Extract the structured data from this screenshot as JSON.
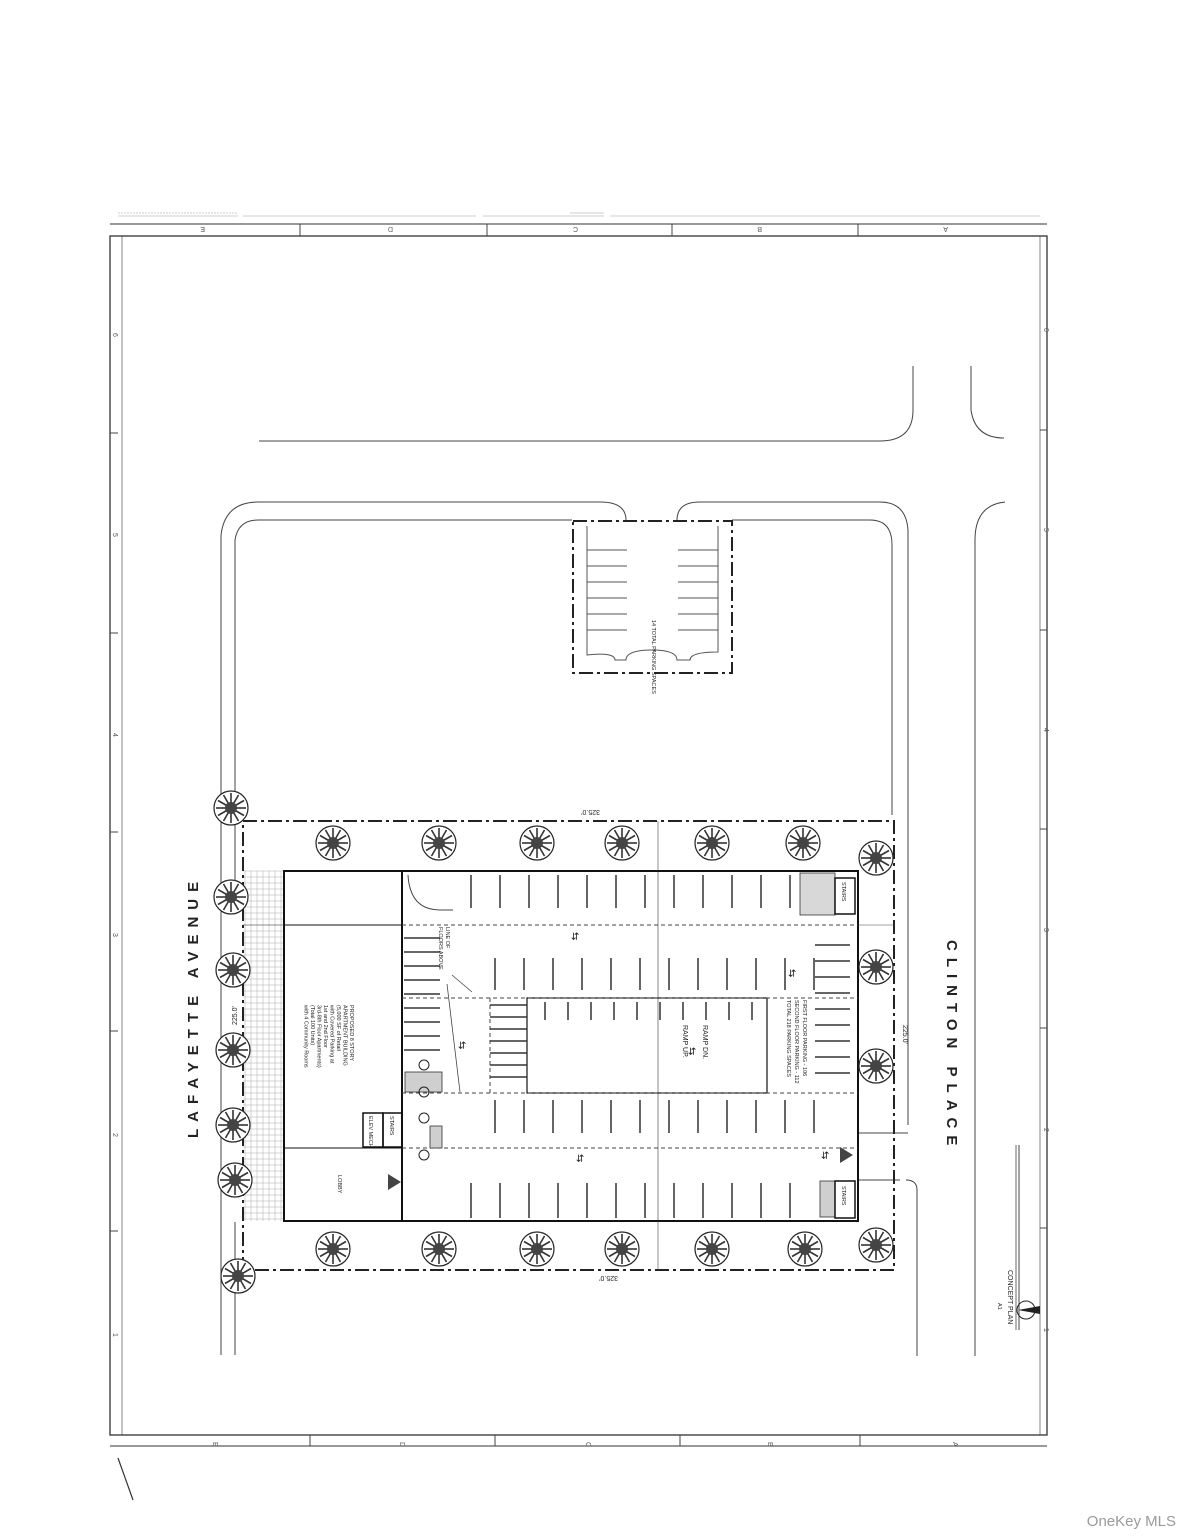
{
  "streets": {
    "west": "LAFAYETTE AVENUE",
    "east": "CLINTON PLACE"
  },
  "grid": {
    "letters": [
      "E",
      "D",
      "C",
      "B",
      "A"
    ],
    "numbers": [
      "1",
      "2",
      "3",
      "4",
      "5",
      "6"
    ]
  },
  "dimensions": {
    "north": "325.0'",
    "south": "325.0'",
    "west": "225.0'",
    "east": "225.0'"
  },
  "building": {
    "description": [
      "PROPOSED 8 STORY",
      "APARTMENT BUILDING",
      "(5,000 SF of Retail",
      "with Covered Parking at",
      "1st and 2nd Floor",
      "3rd-8th Floor Apartments)",
      "(Total 100 Units)",
      "with 4 Community Rooms"
    ],
    "lobby": "LOBBY",
    "elev_mech": "ELEV MECH",
    "stairs": "STAIRS"
  },
  "parking": {
    "stairs_north": "STAIRS",
    "stairs_south": "STAIRS",
    "ramp_dn": "RAMP DN.",
    "ramp_up": "RAMP UP.",
    "line_of_floors": [
      "LINE OF",
      "FLOORS ABOVE"
    ],
    "summary": [
      "FIRST FLOOR PARKING - 106",
      "SECOND FLOOR PARKING - 112",
      "TOTAL 218 PARKING SPACES"
    ],
    "lot_label": "14 TOTAL PARKING SPACES"
  },
  "title_block": {
    "sheet": "A1",
    "title": "CONCEPT PLAN"
  },
  "watermark": "OneKey MLS"
}
